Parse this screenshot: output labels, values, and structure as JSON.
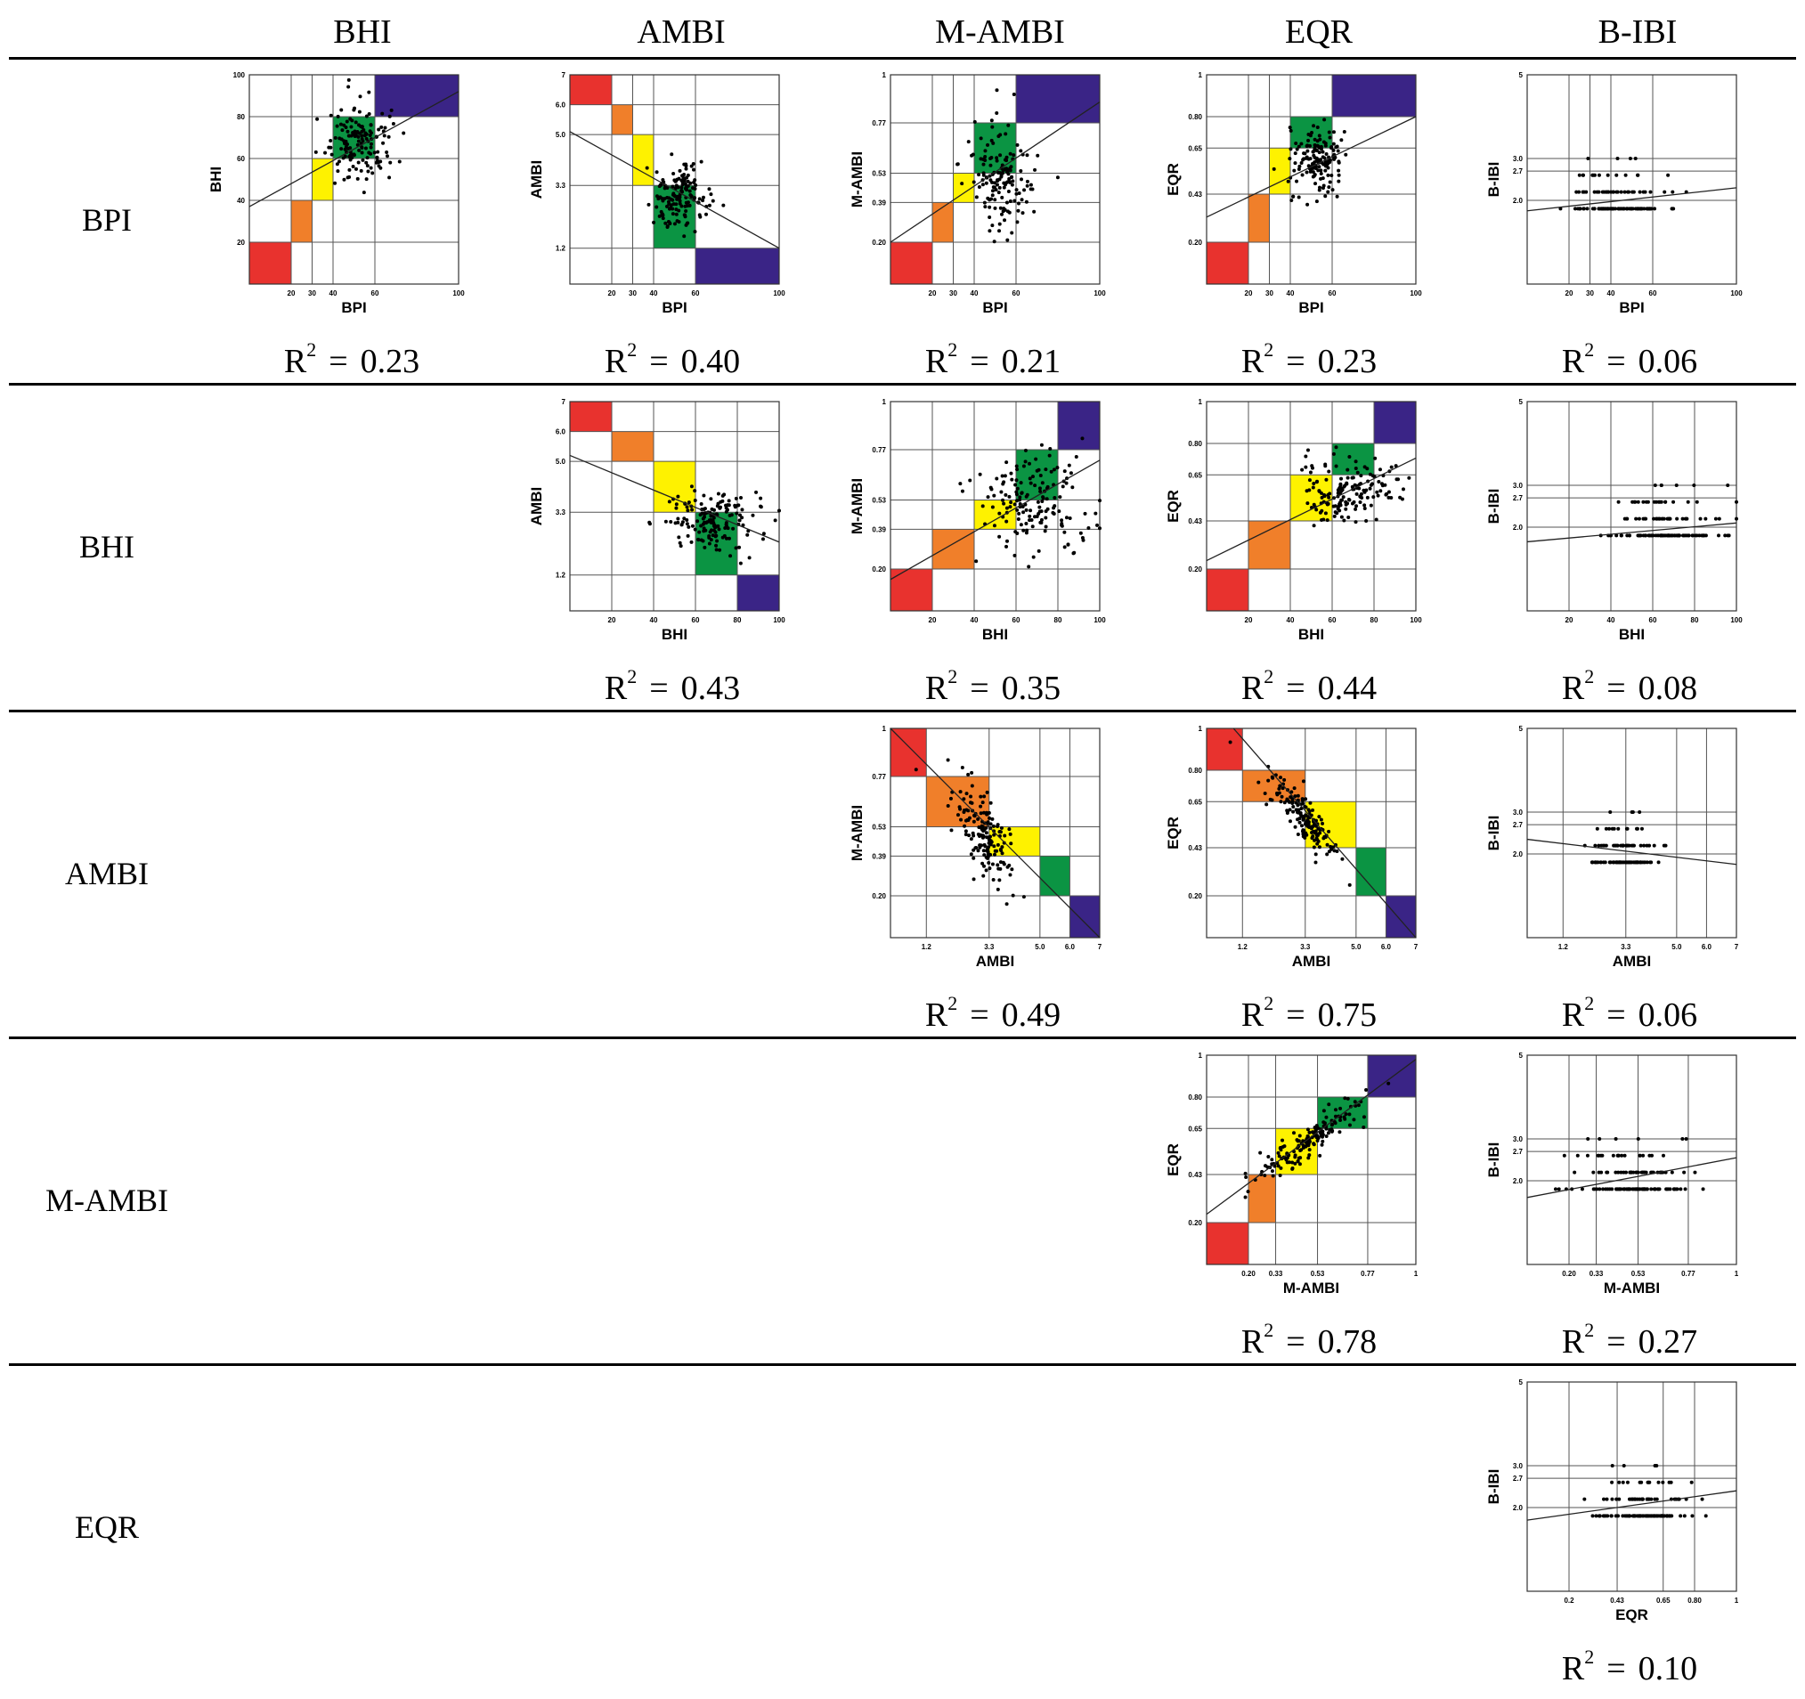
{
  "columns": [
    "BHI",
    "AMBI",
    "M-AMBI",
    "EQR",
    "B-IBI"
  ],
  "rows": [
    "BPI",
    "BHI",
    "AMBI",
    "M-AMBI",
    "EQR"
  ],
  "r2_label": "R",
  "r2_sup": "2",
  "r2_eq": "=",
  "colors": {
    "bad": "#e8322e",
    "poor": "#f07f2a",
    "moderate": "#fef200",
    "good": "#0b9443",
    "high": "#3a2486"
  },
  "chart_data": [
    {
      "type": "scatter",
      "row": "BPI",
      "col": "BHI",
      "xlabel": "BPI",
      "ylabel": "BHI",
      "xlim": [
        0,
        100
      ],
      "ylim": [
        0,
        100
      ],
      "xticks": [
        20,
        30,
        40,
        60,
        100
      ],
      "yticks": [
        20,
        40,
        60,
        80,
        100
      ],
      "xtick_labels": [
        "20",
        "30",
        "40",
        "60",
        "100"
      ],
      "ytick_labels": [
        "20",
        "40",
        "60",
        "80",
        "100"
      ],
      "classes": [
        [
          0,
          20
        ],
        [
          20,
          30
        ],
        [
          30,
          40
        ],
        [
          40,
          60
        ],
        [
          60,
          100
        ]
      ],
      "class_y": [
        [
          0,
          20
        ],
        [
          20,
          40
        ],
        [
          40,
          60
        ],
        [
          60,
          80
        ],
        [
          80,
          100
        ]
      ],
      "fit": [
        [
          0,
          37
        ],
        [
          100,
          92
        ]
      ],
      "r2": "0.23",
      "cloud": {
        "cx": 52,
        "cy": 68,
        "sx": 7,
        "sy": 10,
        "n": 150,
        "seed": 11
      }
    },
    {
      "type": "scatter",
      "row": "BPI",
      "col": "AMBI",
      "xlabel": "BPI",
      "ylabel": "AMBI",
      "xlim": [
        0,
        100
      ],
      "ylim": [
        0,
        7
      ],
      "xticks": [
        20,
        30,
        40,
        60,
        100
      ],
      "yticks": [
        1.2,
        3.3,
        5.0,
        6.0,
        7
      ],
      "xtick_labels": [
        "20",
        "30",
        "40",
        "60",
        "100"
      ],
      "ytick_labels": [
        "1.2",
        "3.3",
        "5.0",
        "6.0",
        "7"
      ],
      "classes": [
        [
          0,
          20
        ],
        [
          20,
          30
        ],
        [
          30,
          40
        ],
        [
          40,
          60
        ],
        [
          60,
          100
        ]
      ],
      "class_y": [
        [
          6.0,
          7
        ],
        [
          5.0,
          6.0
        ],
        [
          3.3,
          5.0
        ],
        [
          1.2,
          3.3
        ],
        [
          0,
          1.2
        ]
      ],
      "fit": [
        [
          0,
          5.1
        ],
        [
          100,
          1.2
        ]
      ],
      "r2": "0.40",
      "cloud": {
        "cx": 52,
        "cy": 2.9,
        "sx": 7,
        "sy": 0.55,
        "n": 150,
        "seed": 12
      }
    },
    {
      "type": "scatter",
      "row": "BPI",
      "col": "M-AMBI",
      "xlabel": "BPI",
      "ylabel": "M-AMBI",
      "xlim": [
        0,
        100
      ],
      "ylim": [
        0,
        1
      ],
      "xticks": [
        20,
        30,
        40,
        60,
        100
      ],
      "yticks": [
        0.2,
        0.39,
        0.53,
        0.77,
        1
      ],
      "xtick_labels": [
        "20",
        "30",
        "40",
        "60",
        "100"
      ],
      "ytick_labels": [
        "0.20",
        "0.39",
        "0.53",
        "0.77",
        "1"
      ],
      "classes": [
        [
          0,
          20
        ],
        [
          20,
          30
        ],
        [
          30,
          40
        ],
        [
          40,
          60
        ],
        [
          60,
          100
        ]
      ],
      "class_y": [
        [
          0,
          0.2
        ],
        [
          0.2,
          0.39
        ],
        [
          0.39,
          0.53
        ],
        [
          0.53,
          0.77
        ],
        [
          0.77,
          1
        ]
      ],
      "fit": [
        [
          0,
          0.2
        ],
        [
          100,
          0.87
        ]
      ],
      "r2": "0.21",
      "cloud": {
        "cx": 52,
        "cy": 0.5,
        "sx": 8,
        "sy": 0.12,
        "n": 150,
        "seed": 13
      }
    },
    {
      "type": "scatter",
      "row": "BPI",
      "col": "EQR",
      "xlabel": "BPI",
      "ylabel": "EQR",
      "xlim": [
        0,
        100
      ],
      "ylim": [
        0,
        1
      ],
      "xticks": [
        20,
        30,
        40,
        60,
        100
      ],
      "yticks": [
        0.2,
        0.43,
        0.65,
        0.8,
        1
      ],
      "xtick_labels": [
        "20",
        "30",
        "40",
        "60",
        "100"
      ],
      "ytick_labels": [
        "0.20",
        "0.43",
        "0.65",
        "0.80",
        "1"
      ],
      "classes": [
        [
          0,
          20
        ],
        [
          20,
          30
        ],
        [
          30,
          40
        ],
        [
          40,
          60
        ],
        [
          60,
          100
        ]
      ],
      "class_y": [
        [
          0,
          0.2
        ],
        [
          0.2,
          0.43
        ],
        [
          0.43,
          0.65
        ],
        [
          0.65,
          0.8
        ],
        [
          0.8,
          1
        ]
      ],
      "fit": [
        [
          0,
          0.32
        ],
        [
          100,
          0.8
        ]
      ],
      "r2": "0.23",
      "cloud": {
        "cx": 52,
        "cy": 0.58,
        "sx": 7,
        "sy": 0.08,
        "n": 150,
        "seed": 14
      }
    },
    {
      "type": "scatter",
      "row": "BPI",
      "col": "B-IBI",
      "xlabel": "BPI",
      "ylabel": "B-IBI",
      "xlim": [
        0,
        100
      ],
      "ylim": [
        0,
        5
      ],
      "xticks": [
        20,
        30,
        40,
        60,
        100
      ],
      "yticks": [
        2.0,
        2.7,
        3.0,
        5
      ],
      "xtick_labels": [
        "20",
        "30",
        "40",
        "60",
        "100"
      ],
      "ytick_labels": [
        "2.0",
        "2.7",
        "3.0",
        "5"
      ],
      "classes": null,
      "fit": [
        [
          0,
          1.75
        ],
        [
          100,
          2.3
        ]
      ],
      "r2": "0.06",
      "cloud": {
        "cx": 45,
        "cy": 2.0,
        "sx": 12,
        "sy": 0.3,
        "n": 120,
        "seed": 15,
        "levels": [
          1.8,
          2.2,
          2.6,
          3.0
        ]
      }
    },
    {
      "type": "scatter",
      "row": "BHI",
      "col": "AMBI",
      "xlabel": "BHI",
      "ylabel": "AMBI",
      "xlim": [
        0,
        100
      ],
      "ylim": [
        0,
        7
      ],
      "xticks": [
        20,
        40,
        60,
        80,
        100
      ],
      "yticks": [
        1.2,
        3.3,
        5.0,
        6.0,
        7
      ],
      "xtick_labels": [
        "20",
        "40",
        "60",
        "80",
        "100"
      ],
      "ytick_labels": [
        "1.2",
        "3.3",
        "5.0",
        "6.0",
        "7"
      ],
      "classes": [
        [
          0,
          20
        ],
        [
          20,
          40
        ],
        [
          40,
          60
        ],
        [
          60,
          80
        ],
        [
          80,
          100
        ]
      ],
      "class_y": [
        [
          6.0,
          7
        ],
        [
          5.0,
          6.0
        ],
        [
          3.3,
          5.0
        ],
        [
          1.2,
          3.3
        ],
        [
          0,
          1.2
        ]
      ],
      "fit": [
        [
          0,
          5.2
        ],
        [
          100,
          2.3
        ]
      ],
      "r2": "0.43",
      "cloud": {
        "cx": 68,
        "cy": 3.0,
        "sx": 12,
        "sy": 0.5,
        "n": 160,
        "seed": 21
      }
    },
    {
      "type": "scatter",
      "row": "BHI",
      "col": "M-AMBI",
      "xlabel": "BHI",
      "ylabel": "M-AMBI",
      "xlim": [
        0,
        100
      ],
      "ylim": [
        0,
        1
      ],
      "xticks": [
        20,
        40,
        60,
        80,
        100
      ],
      "yticks": [
        0.2,
        0.39,
        0.53,
        0.77,
        1
      ],
      "xtick_labels": [
        "20",
        "40",
        "60",
        "80",
        "100"
      ],
      "ytick_labels": [
        "0.20",
        "0.39",
        "0.53",
        "0.77",
        "1"
      ],
      "classes": [
        [
          0,
          20
        ],
        [
          20,
          40
        ],
        [
          40,
          60
        ],
        [
          60,
          80
        ],
        [
          80,
          100
        ]
      ],
      "class_y": [
        [
          0,
          0.2
        ],
        [
          0.2,
          0.39
        ],
        [
          0.39,
          0.53
        ],
        [
          0.53,
          0.77
        ],
        [
          0.77,
          1
        ]
      ],
      "fit": [
        [
          0,
          0.15
        ],
        [
          100,
          0.72
        ]
      ],
      "r2": "0.35",
      "cloud": {
        "cx": 68,
        "cy": 0.5,
        "sx": 13,
        "sy": 0.13,
        "n": 160,
        "seed": 22
      }
    },
    {
      "type": "scatter",
      "row": "BHI",
      "col": "EQR",
      "xlabel": "BHI",
      "ylabel": "EQR",
      "xlim": [
        0,
        100
      ],
      "ylim": [
        0,
        1
      ],
      "xticks": [
        20,
        40,
        60,
        80,
        100
      ],
      "yticks": [
        0.2,
        0.43,
        0.65,
        0.8,
        1
      ],
      "xtick_labels": [
        "20",
        "40",
        "60",
        "80",
        "100"
      ],
      "ytick_labels": [
        "0.20",
        "0.43",
        "0.65",
        "0.80",
        "1"
      ],
      "classes": [
        [
          0,
          20
        ],
        [
          20,
          40
        ],
        [
          40,
          60
        ],
        [
          60,
          80
        ],
        [
          80,
          100
        ]
      ],
      "class_y": [
        [
          0,
          0.2
        ],
        [
          0.2,
          0.43
        ],
        [
          0.43,
          0.65
        ],
        [
          0.65,
          0.8
        ],
        [
          0.8,
          1
        ]
      ],
      "fit": [
        [
          0,
          0.24
        ],
        [
          100,
          0.73
        ]
      ],
      "r2": "0.44",
      "cloud": {
        "cx": 68,
        "cy": 0.58,
        "sx": 12,
        "sy": 0.08,
        "n": 160,
        "seed": 23
      }
    },
    {
      "type": "scatter",
      "row": "BHI",
      "col": "B-IBI",
      "xlabel": "BHI",
      "ylabel": "B-IBI",
      "xlim": [
        0,
        100
      ],
      "ylim": [
        0,
        5
      ],
      "xticks": [
        20,
        40,
        60,
        80,
        100
      ],
      "yticks": [
        2.0,
        2.7,
        3.0,
        5
      ],
      "xtick_labels": [
        "20",
        "40",
        "60",
        "80",
        "100"
      ],
      "ytick_labels": [
        "2.0",
        "2.7",
        "3.0",
        "5"
      ],
      "classes": null,
      "fit": [
        [
          0,
          1.65
        ],
        [
          100,
          2.1
        ]
      ],
      "r2": "0.08",
      "cloud": {
        "cx": 68,
        "cy": 2.0,
        "sx": 14,
        "sy": 0.3,
        "n": 140,
        "seed": 24,
        "levels": [
          1.8,
          2.2,
          2.6,
          3.0
        ]
      }
    },
    {
      "type": "scatter",
      "row": "AMBI",
      "col": "M-AMBI",
      "xlabel": "AMBI",
      "ylabel": "M-AMBI",
      "xlim": [
        0,
        7
      ],
      "ylim": [
        0,
        1
      ],
      "xticks": [
        1.2,
        3.3,
        5.0,
        6.0,
        7
      ],
      "yticks": [
        0.2,
        0.39,
        0.53,
        0.77,
        1
      ],
      "xtick_labels": [
        "1.2",
        "3.3",
        "5.0",
        "6.0",
        "7"
      ],
      "ytick_labels": [
        "0.20",
        "0.39",
        "0.53",
        "0.77",
        "1"
      ],
      "classes": [
        [
          0,
          1.2
        ],
        [
          1.2,
          3.3
        ],
        [
          3.3,
          5.0
        ],
        [
          5.0,
          6.0
        ],
        [
          6.0,
          7
        ]
      ],
      "class_y": [
        [
          0.77,
          1
        ],
        [
          0.53,
          0.77
        ],
        [
          0.39,
          0.53
        ],
        [
          0.2,
          0.39
        ],
        [
          0,
          0.2
        ]
      ],
      "fit": [
        [
          0,
          1.0
        ],
        [
          7,
          0
        ]
      ],
      "r2": "0.49",
      "cloud": {
        "cx": 3.1,
        "cy": 0.5,
        "sx": 0.55,
        "sy": 0.12,
        "n": 160,
        "seed": 31,
        "corr": -0.7
      }
    },
    {
      "type": "scatter",
      "row": "AMBI",
      "col": "EQR",
      "xlabel": "AMBI",
      "ylabel": "EQR",
      "xlim": [
        0,
        7
      ],
      "ylim": [
        0,
        1
      ],
      "xticks": [
        1.2,
        3.3,
        5.0,
        6.0,
        7
      ],
      "yticks": [
        0.2,
        0.43,
        0.65,
        0.8,
        1
      ],
      "xtick_labels": [
        "1.2",
        "3.3",
        "5.0",
        "6.0",
        "7"
      ],
      "ytick_labels": [
        "0.20",
        "0.43",
        "0.65",
        "0.80",
        "1"
      ],
      "classes": [
        [
          0,
          1.2
        ],
        [
          1.2,
          3.3
        ],
        [
          3.3,
          5.0
        ],
        [
          5.0,
          6.0
        ],
        [
          6.0,
          7
        ]
      ],
      "class_y": [
        [
          0.8,
          1
        ],
        [
          0.65,
          0.8
        ],
        [
          0.43,
          0.65
        ],
        [
          0.2,
          0.43
        ],
        [
          0,
          0.2
        ]
      ],
      "fit": [
        [
          0.9,
          1.0
        ],
        [
          7,
          0
        ]
      ],
      "r2": "0.75",
      "cloud": {
        "cx": 3.2,
        "cy": 0.58,
        "sx": 0.55,
        "sy": 0.1,
        "n": 160,
        "seed": 32,
        "corr": -0.85
      }
    },
    {
      "type": "scatter",
      "row": "AMBI",
      "col": "B-IBI",
      "xlabel": "AMBI",
      "ylabel": "B-IBI",
      "xlim": [
        0,
        7
      ],
      "ylim": [
        0,
        5
      ],
      "xticks": [
        1.2,
        3.3,
        5.0,
        6.0,
        7
      ],
      "yticks": [
        2.0,
        2.7,
        3.0,
        5
      ],
      "xtick_labels": [
        "1.2",
        "3.3",
        "5.0",
        "6.0",
        "7"
      ],
      "ytick_labels": [
        "2.0",
        "2.7",
        "3.0",
        "5"
      ],
      "classes": null,
      "fit": [
        [
          0,
          2.35
        ],
        [
          7,
          1.75
        ]
      ],
      "r2": "0.06",
      "cloud": {
        "cx": 3.2,
        "cy": 2.1,
        "sx": 0.6,
        "sy": 0.3,
        "n": 120,
        "seed": 33,
        "levels": [
          1.8,
          2.2,
          2.6,
          3.0
        ]
      }
    },
    {
      "type": "scatter",
      "row": "M-AMBI",
      "col": "EQR",
      "xlabel": "M-AMBI",
      "ylabel": "EQR",
      "xlim": [
        0,
        1
      ],
      "ylim": [
        0,
        1
      ],
      "xticks": [
        0.2,
        0.33,
        0.53,
        0.77,
        1
      ],
      "yticks": [
        0.2,
        0.43,
        0.65,
        0.8,
        1
      ],
      "xtick_labels": [
        "0.20",
        "0.33",
        "0.53",
        "0.77",
        "1"
      ],
      "ytick_labels": [
        "0.20",
        "0.43",
        "0.65",
        "0.80",
        "1"
      ],
      "classes": [
        [
          0,
          0.2
        ],
        [
          0.2,
          0.33
        ],
        [
          0.33,
          0.53
        ],
        [
          0.53,
          0.77
        ],
        [
          0.77,
          1
        ]
      ],
      "class_y": [
        [
          0,
          0.2
        ],
        [
          0.2,
          0.43
        ],
        [
          0.43,
          0.65
        ],
        [
          0.65,
          0.8
        ],
        [
          0.8,
          1
        ]
      ],
      "fit": [
        [
          0,
          0.24
        ],
        [
          1,
          0.98
        ]
      ],
      "r2": "0.78",
      "cloud": {
        "cx": 0.5,
        "cy": 0.6,
        "sx": 0.14,
        "sy": 0.1,
        "n": 160,
        "seed": 41,
        "corr": 0.9
      }
    },
    {
      "type": "scatter",
      "row": "M-AMBI",
      "col": "B-IBI",
      "xlabel": "M-AMBI",
      "ylabel": "B-IBI",
      "xlim": [
        0,
        1
      ],
      "ylim": [
        0,
        5
      ],
      "xticks": [
        0.2,
        0.33,
        0.53,
        0.77,
        1
      ],
      "yticks": [
        2.0,
        2.7,
        3.0,
        5
      ],
      "xtick_labels": [
        "0.20",
        "0.33",
        "0.53",
        "0.77",
        "1"
      ],
      "ytick_labels": [
        "2.0",
        "2.7",
        "3.0",
        "5"
      ],
      "classes": null,
      "fit": [
        [
          0,
          1.6
        ],
        [
          1,
          2.55
        ]
      ],
      "r2": "0.27",
      "cloud": {
        "cx": 0.5,
        "cy": 2.1,
        "sx": 0.15,
        "sy": 0.3,
        "n": 140,
        "seed": 42,
        "levels": [
          1.8,
          2.2,
          2.6,
          3.0
        ]
      }
    },
    {
      "type": "scatter",
      "row": "EQR",
      "col": "B-IBI",
      "xlabel": "EQR",
      "ylabel": "B-IBI",
      "xlim": [
        0,
        1
      ],
      "ylim": [
        0,
        5
      ],
      "xticks": [
        0.2,
        0.43,
        0.65,
        0.8,
        1
      ],
      "yticks": [
        2.0,
        2.7,
        3.0,
        5
      ],
      "xtick_labels": [
        "0.2",
        "0.43",
        "0.65",
        "0.80",
        "1"
      ],
      "ytick_labels": [
        "2.0",
        "2.7",
        "3.0",
        "5"
      ],
      "classes": null,
      "fit": [
        [
          0,
          1.7
        ],
        [
          1,
          2.4
        ]
      ],
      "r2": "0.10",
      "cloud": {
        "cx": 0.55,
        "cy": 2.1,
        "sx": 0.12,
        "sy": 0.3,
        "n": 130,
        "seed": 51,
        "levels": [
          1.8,
          2.2,
          2.6,
          3.0
        ]
      }
    }
  ]
}
